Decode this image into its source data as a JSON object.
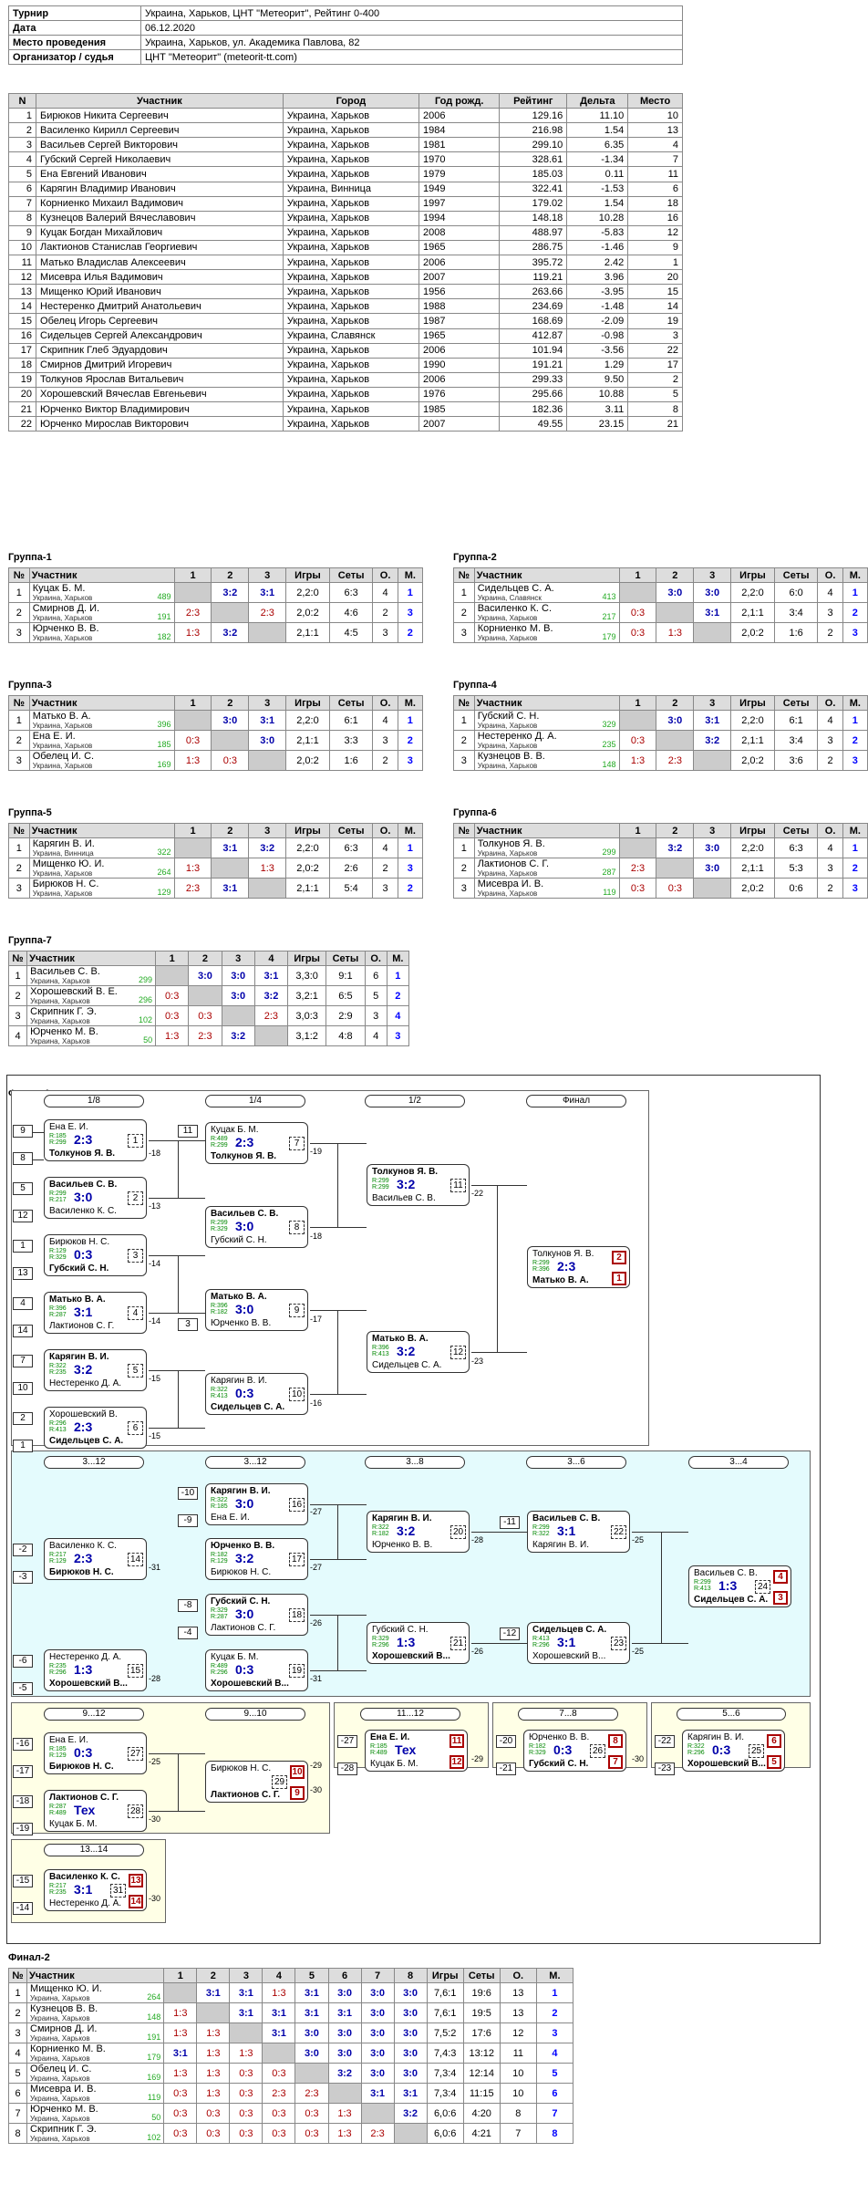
{
  "info": [
    [
      "Турнир",
      "Украина, Харьков, ЦНТ \"Метеорит\", Рейтинг 0-400"
    ],
    [
      "Дата",
      "06.12.2020"
    ],
    [
      "Место проведения",
      "Украина, Харьков, ул. Академика Павлова, 82"
    ],
    [
      "Организатор / судья",
      "ЦНТ \"Метеорит\" (meteorit-tt.com)"
    ]
  ],
  "part_headers": [
    "N",
    "Участник",
    "Город",
    "Год рожд.",
    "Рейтинг",
    "Дельта",
    "Место"
  ],
  "participants": [
    [
      "1",
      "Бирюков Никита Сергеевич",
      "Украина, Харьков",
      "2006",
      "129.16",
      "11.10",
      "10"
    ],
    [
      "2",
      "Василенко Кирилл Сергеевич",
      "Украина, Харьков",
      "1984",
      "216.98",
      "1.54",
      "13"
    ],
    [
      "3",
      "Васильев Сергей Викторович",
      "Украина, Харьков",
      "1981",
      "299.10",
      "6.35",
      "4"
    ],
    [
      "4",
      "Губский Сергей Николаевич",
      "Украина, Харьков",
      "1970",
      "328.61",
      "-1.34",
      "7"
    ],
    [
      "5",
      "Ена Евгений Иванович",
      "Украина, Харьков",
      "1979",
      "185.03",
      "0.11",
      "11"
    ],
    [
      "6",
      "Карягин Владимир Иванович",
      "Украина, Винница",
      "1949",
      "322.41",
      "-1.53",
      "6"
    ],
    [
      "7",
      "Корниенко Михаил Вадимович",
      "Украина, Харьков",
      "1997",
      "179.02",
      "1.54",
      "18"
    ],
    [
      "8",
      "Кузнецов Валерий Вячеславович",
      "Украина, Харьков",
      "1994",
      "148.18",
      "10.28",
      "16"
    ],
    [
      "9",
      "Куцак Богдан Михайлович",
      "Украина, Харьков",
      "2008",
      "488.97",
      "-5.83",
      "12"
    ],
    [
      "10",
      "Лактионов Станислав Георгиевич",
      "Украина, Харьков",
      "1965",
      "286.75",
      "-1.46",
      "9"
    ],
    [
      "11",
      "Матько Владислав Алексеевич",
      "Украина, Харьков",
      "2006",
      "395.72",
      "2.42",
      "1"
    ],
    [
      "12",
      "Мисевра Илья Вадимович",
      "Украина, Харьков",
      "2007",
      "119.21",
      "3.96",
      "20"
    ],
    [
      "13",
      "Мищенко Юрий Иванович",
      "Украина, Харьков",
      "1956",
      "263.66",
      "-3.95",
      "15"
    ],
    [
      "14",
      "Нестеренко Дмитрий Анатольевич",
      "Украина, Харьков",
      "1988",
      "234.69",
      "-1.48",
      "14"
    ],
    [
      "15",
      "Обелец Игорь Сергеевич",
      "Украина, Харьков",
      "1987",
      "168.69",
      "-2.09",
      "19"
    ],
    [
      "16",
      "Сидельцев Сергей Александрович",
      "Украина, Славянск",
      "1965",
      "412.87",
      "-0.98",
      "3"
    ],
    [
      "17",
      "Скрипник Глеб Эдуардович",
      "Украина, Харьков",
      "2006",
      "101.94",
      "-3.56",
      "22"
    ],
    [
      "18",
      "Смирнов Дмитрий Игоревич",
      "Украина, Харьков",
      "1990",
      "191.21",
      "1.29",
      "17"
    ],
    [
      "19",
      "Толкунов Ярослав Витальевич",
      "Украина, Харьков",
      "2006",
      "299.33",
      "9.50",
      "2"
    ],
    [
      "20",
      "Хорошевский Вячеслав Евгеньевич",
      "Украина, Харьков",
      "1976",
      "295.66",
      "10.88",
      "5"
    ],
    [
      "21",
      "Юрченко Виктор Владимирович",
      "Украина, Харьков",
      "1985",
      "182.36",
      "3.11",
      "8"
    ],
    [
      "22",
      "Юрченко Мирослав Викторович",
      "Украина, Харьков",
      "2007",
      "49.55",
      "23.15",
      "21"
    ]
  ],
  "grp_headers": [
    "№",
    "Участник",
    "Игры",
    "Сеты",
    "О.",
    "М."
  ],
  "groups": [
    {
      "title": "Группа-1",
      "rows": [
        [
          "1",
          "Куцак Б. М.",
          "Украина, Харьков",
          "489",
          [
            "",
            "3:2",
            "3:1"
          ],
          "2,2:0",
          "6:3",
          "4",
          "1"
        ],
        [
          "2",
          "Смирнов Д. И.",
          "Украина, Харьков",
          "191",
          [
            "2:3",
            "",
            "2:3"
          ],
          "2,0:2",
          "4:6",
          "2",
          "3"
        ],
        [
          "3",
          "Юрченко В. В.",
          "Украина, Харьков",
          "182",
          [
            "1:3",
            "3:2",
            ""
          ],
          "2,1:1",
          "4:5",
          "3",
          "2"
        ]
      ]
    },
    {
      "title": "Группа-2",
      "rows": [
        [
          "1",
          "Сидельцев С. А.",
          "Украина, Славянск",
          "413",
          [
            "",
            "3:0",
            "3:0"
          ],
          "2,2:0",
          "6:0",
          "4",
          "1"
        ],
        [
          "2",
          "Василенко К. С.",
          "Украина, Харьков",
          "217",
          [
            "0:3",
            "",
            "3:1"
          ],
          "2,1:1",
          "3:4",
          "3",
          "2"
        ],
        [
          "3",
          "Корниенко М. В.",
          "Украина, Харьков",
          "179",
          [
            "0:3",
            "1:3",
            ""
          ],
          "2,0:2",
          "1:6",
          "2",
          "3"
        ]
      ]
    },
    {
      "title": "Группа-3",
      "rows": [
        [
          "1",
          "Матько В. А.",
          "Украина, Харьков",
          "396",
          [
            "",
            "3:0",
            "3:1"
          ],
          "2,2:0",
          "6:1",
          "4",
          "1"
        ],
        [
          "2",
          "Ена Е. И.",
          "Украина, Харьков",
          "185",
          [
            "0:3",
            "",
            "3:0"
          ],
          "2,1:1",
          "3:3",
          "3",
          "2"
        ],
        [
          "3",
          "Обелец И. С.",
          "Украина, Харьков",
          "169",
          [
            "1:3",
            "0:3",
            ""
          ],
          "2,0:2",
          "1:6",
          "2",
          "3"
        ]
      ]
    },
    {
      "title": "Группа-4",
      "rows": [
        [
          "1",
          "Губский С. Н.",
          "Украина, Харьков",
          "329",
          [
            "",
            "3:0",
            "3:1"
          ],
          "2,2:0",
          "6:1",
          "4",
          "1"
        ],
        [
          "2",
          "Нестеренко Д. А.",
          "Украина, Харьков",
          "235",
          [
            "0:3",
            "",
            "3:2"
          ],
          "2,1:1",
          "3:4",
          "3",
          "2"
        ],
        [
          "3",
          "Кузнецов В. В.",
          "Украина, Харьков",
          "148",
          [
            "1:3",
            "2:3",
            ""
          ],
          "2,0:2",
          "3:6",
          "2",
          "3"
        ]
      ]
    },
    {
      "title": "Группа-5",
      "rows": [
        [
          "1",
          "Карягин В. И.",
          "Украина, Винница",
          "322",
          [
            "",
            "3:1",
            "3:2"
          ],
          "2,2:0",
          "6:3",
          "4",
          "1"
        ],
        [
          "2",
          "Мищенко Ю. И.",
          "Украина, Харьков",
          "264",
          [
            "1:3",
            "",
            "1:3"
          ],
          "2,0:2",
          "2:6",
          "2",
          "3"
        ],
        [
          "3",
          "Бирюков Н. С.",
          "Украина, Харьков",
          "129",
          [
            "2:3",
            "3:1",
            ""
          ],
          "2,1:1",
          "5:4",
          "3",
          "2"
        ]
      ]
    },
    {
      "title": "Группа-6",
      "rows": [
        [
          "1",
          "Толкунов Я. В.",
          "Украина, Харьков",
          "299",
          [
            "",
            "3:2",
            "3:0"
          ],
          "2,2:0",
          "6:3",
          "4",
          "1"
        ],
        [
          "2",
          "Лактионов С. Г.",
          "Украина, Харьков",
          "287",
          [
            "2:3",
            "",
            "3:0"
          ],
          "2,1:1",
          "5:3",
          "3",
          "2"
        ],
        [
          "3",
          "Мисевра И. В.",
          "Украина, Харьков",
          "119",
          [
            "0:3",
            "0:3",
            ""
          ],
          "2,0:2",
          "0:6",
          "2",
          "3"
        ]
      ]
    },
    {
      "title": "Группа-7",
      "rows": [
        [
          "1",
          "Васильев С. В.",
          "Украина, Харьков",
          "299",
          [
            "",
            "3:0",
            "3:0",
            "3:1"
          ],
          "3,3:0",
          "9:1",
          "6",
          "1"
        ],
        [
          "2",
          "Хорошевский В. Е.",
          "Украина, Харьков",
          "296",
          [
            "0:3",
            "",
            "3:0",
            "3:2"
          ],
          "3,2:1",
          "6:5",
          "5",
          "2"
        ],
        [
          "3",
          "Скрипник Г. Э.",
          "Украина, Харьков",
          "102",
          [
            "0:3",
            "0:3",
            "",
            "2:3"
          ],
          "3,0:3",
          "2:9",
          "3",
          "4"
        ],
        [
          "4",
          "Юрченко М. В.",
          "Украина, Харьков",
          "50",
          [
            "1:3",
            "2:3",
            "3:2",
            ""
          ],
          "3,1:2",
          "4:8",
          "4",
          "3"
        ]
      ]
    }
  ],
  "final1": {
    "title": "Финал-1",
    "labels": {
      "r18": "1/8",
      "r14": "1/4",
      "r12": "1/2",
      "fin": "Финал",
      "c312": "3...12",
      "c312b": "3...12",
      "c38": "3...8",
      "c36": "3...6",
      "c34": "3...4",
      "c912": "9...12",
      "c910": "9...10",
      "c1112": "11...12",
      "c78": "7...8",
      "c56": "5...6",
      "c1314": "13...14"
    },
    "boxes": [
      {
        "p1": "Ена Е. И.",
        "ra": "R:185",
        "rb": "R:299",
        "p2": "Толкунов Я. В.",
        "sc": "2:3",
        "mn": "1",
        "w": 2
      },
      {
        "p1": "Васильев С. В.",
        "ra": "R:299",
        "rb": "R:217",
        "p2": "Василенко К. С.",
        "sc": "3:0",
        "mn": "2",
        "w": 1
      },
      {
        "p1": "Бирюков Н. С.",
        "ra": "R:129",
        "rb": "R:329",
        "p2": "Губский С. Н.",
        "sc": "0:3",
        "mn": "3",
        "w": 2
      },
      {
        "p1": "Матько В. А.",
        "ra": "R:396",
        "rb": "R:287",
        "p2": "Лактионов С. Г.",
        "sc": "3:1",
        "mn": "4",
        "w": 1
      },
      {
        "p1": "Карягин В. И.",
        "ra": "R:322",
        "rb": "R:235",
        "p2": "Нестеренко Д. А.",
        "sc": "3:2",
        "mn": "5",
        "w": 1
      },
      {
        "p1": "Хорошевский В.",
        "ra": "R:296",
        "rb": "R:413",
        "p2": "Сидельцев С. А.",
        "sc": "2:3",
        "mn": "6",
        "w": 2
      },
      {
        "p1": "Куцак Б. М.",
        "ra": "R:489",
        "rb": "R:299",
        "p2": "Толкунов Я. В.",
        "sc": "2:3",
        "mn": "7",
        "w": 2
      },
      {
        "p1": "Васильев С. В.",
        "ra": "R:299",
        "rb": "R:329",
        "p2": "Губский С. Н.",
        "sc": "3:0",
        "mn": "8",
        "w": 1
      },
      {
        "p1": "Матько В. А.",
        "ra": "R:396",
        "rb": "R:182",
        "p2": "Юрченко В. В.",
        "sc": "3:0",
        "mn": "9",
        "w": 1
      },
      {
        "p1": "Карягин В. И.",
        "ra": "R:322",
        "rb": "R:413",
        "p2": "Сидельцев С. А.",
        "sc": "0:3",
        "mn": "10",
        "w": 2
      },
      {
        "p1": "Толкунов Я. В.",
        "ra": "R:299",
        "rb": "R:299",
        "p2": "Васильев С. В.",
        "sc": "3:2",
        "mn": "11",
        "w": 1
      },
      {
        "p1": "Матько В. А.",
        "ra": "R:396",
        "rb": "R:413",
        "p2": "Сидельцев С. А.",
        "sc": "3:2",
        "mn": "12",
        "w": 1
      },
      {
        "p1": "Толкунов Я. В.",
        "ra": "R:299",
        "rb": "R:396",
        "p2": "Матько В. А.",
        "sc": "2:3",
        "mn": "",
        "w": 2,
        "pa": "2",
        "pb": "1"
      },
      {
        "p1": "Карягин В. И.",
        "ra": "R:322",
        "rb": "R:185",
        "p2": "Ена Е. И.",
        "sc": "3:0",
        "mn": "16",
        "w": 1
      },
      {
        "p1": "Василенко К. С.",
        "ra": "R:217",
        "rb": "R:129",
        "p2": "Бирюков Н. С.",
        "sc": "2:3",
        "mn": "14",
        "w": 2
      },
      {
        "p1": "Юрченко В. В.",
        "ra": "R:182",
        "rb": "R:129",
        "p2": "Бирюков Н. С.",
        "sc": "3:2",
        "mn": "17",
        "w": 1
      },
      {
        "p1": "Губский С. Н.",
        "ra": "R:329",
        "rb": "R:287",
        "p2": "Лактионов С. Г.",
        "sc": "3:0",
        "mn": "18",
        "w": 1
      },
      {
        "p1": "Нестеренко Д. А.",
        "ra": "R:235",
        "rb": "R:296",
        "p2": "Хорошевский В...",
        "sc": "1:3",
        "mn": "15",
        "w": 2
      },
      {
        "p1": "Куцак Б. М.",
        "ra": "R:489",
        "rb": "R:296",
        "p2": "Хорошевский В...",
        "sc": "0:3",
        "mn": "19",
        "w": 2
      },
      {
        "p1": "Карягин В. И.",
        "ra": "R:322",
        "rb": "R:182",
        "p2": "Юрченко В. В.",
        "sc": "3:2",
        "mn": "20",
        "w": 1
      },
      {
        "p1": "Губский С. Н.",
        "ra": "R:329",
        "rb": "R:296",
        "p2": "Хорошевский В...",
        "sc": "1:3",
        "mn": "21",
        "w": 2
      },
      {
        "p1": "Васильев С. В.",
        "ra": "R:299",
        "rb": "R:322",
        "p2": "Карягин В. И.",
        "sc": "3:1",
        "mn": "22",
        "w": 1
      },
      {
        "p1": "Сидельцев С. А.",
        "ra": "R:413",
        "rb": "R:296",
        "p2": "Хорошевский В...",
        "sc": "3:1",
        "mn": "23",
        "w": 1
      },
      {
        "p1": "Васильев С. В.",
        "ra": "R:299",
        "rb": "R:413",
        "p2": "Сидельцев С. А.",
        "sc": "1:3",
        "mn": "24",
        "w": 2,
        "pa": "4",
        "pb": "3"
      },
      {
        "p1": "Ена Е. И.",
        "ra": "R:185",
        "rb": "R:129",
        "p2": "Бирюков Н. С.",
        "sc": "0:3",
        "mn": "27",
        "w": 2
      },
      {
        "p1": "Лактионов С. Г.",
        "ra": "R:287",
        "rb": "R:489",
        "p2": "Куцак Б. М.",
        "sc": "Тех",
        "mn": "28",
        "w": 1
      },
      {
        "p1": "Бирюков Н. С.",
        "ra": "",
        "rb": "",
        "p2": "Лактионов С. Г.",
        "sc": "",
        "mn": "29",
        "w": 2,
        "pa": "10",
        "pb": "9"
      },
      {
        "p1": "Ена Е. И.",
        "ra": "R:185",
        "rb": "R:489",
        "p2": "Куцак Б. М.",
        "sc": "Тех",
        "mn": "",
        "w": 1,
        "pa": "11",
        "pb": "12"
      },
      {
        "p1": "Юрченко В. В.",
        "ra": "R:182",
        "rb": "R:329",
        "p2": "Губский С. Н.",
        "sc": "0:3",
        "mn": "26",
        "w": 2,
        "pa": "8",
        "pb": "7"
      },
      {
        "p1": "Карягин В. И.",
        "ra": "R:322",
        "rb": "R:296",
        "p2": "Хорошевский В...",
        "sc": "0:3",
        "mn": "25",
        "w": 2,
        "pa": "6",
        "pb": "5"
      },
      {
        "p1": "Василенко К. С.",
        "ra": "R:217",
        "rb": "R:235",
        "p2": "Нестеренко Д. А.",
        "sc": "3:1",
        "mn": "31",
        "w": 1,
        "pa": "13",
        "pb": "14"
      }
    ],
    "seeds": [
      "9",
      "8",
      "5",
      "12",
      "1",
      "13",
      "4",
      "14",
      "7",
      "10",
      "2",
      "1",
      "11",
      "3",
      "-10",
      "-9",
      "-2",
      "-3",
      "-8",
      "-4",
      "-6",
      "-5",
      "-11",
      "-12",
      "-16",
      "-17",
      "-18",
      "-19",
      "-27",
      "-28",
      "-20",
      "-21",
      "-22",
      "-23",
      "-15",
      "-14"
    ],
    "losers": [
      "-18",
      "-13",
      "-14",
      "-14",
      "-15",
      "-15",
      "-19",
      "-18",
      "-17",
      "-16",
      "-22",
      "-23",
      "-27",
      "-31",
      "-27",
      "-26",
      "-28",
      "-31",
      "-28",
      "-26",
      "-25",
      "-25",
      "-25",
      "-30",
      "-30",
      "-29",
      "-29",
      "-30",
      "-30",
      "-29",
      "-29",
      "-29"
    ]
  },
  "final2": {
    "title": "Финал-2",
    "headers": [
      "№",
      "Участник",
      "1",
      "2",
      "3",
      "4",
      "5",
      "6",
      "7",
      "8",
      "Игры",
      "Сеты",
      "О.",
      "М."
    ],
    "rows": [
      [
        "1",
        "Мищенко Ю. И.",
        "Украина, Харьков",
        "264",
        [
          "",
          "3:1",
          "3:1",
          "1:3",
          "3:1",
          "3:0",
          "3:0",
          "3:0"
        ],
        "7,6:1",
        "19:6",
        "13",
        "1"
      ],
      [
        "2",
        "Кузнецов В. В.",
        "Украина, Харьков",
        "148",
        [
          "1:3",
          "",
          "3:1",
          "3:1",
          "3:1",
          "3:1",
          "3:0",
          "3:0"
        ],
        "7,6:1",
        "19:5",
        "13",
        "2"
      ],
      [
        "3",
        "Смирнов Д. И.",
        "Украина, Харьков",
        "191",
        [
          "1:3",
          "1:3",
          "",
          "3:1",
          "3:0",
          "3:0",
          "3:0",
          "3:0"
        ],
        "7,5:2",
        "17:6",
        "12",
        "3"
      ],
      [
        "4",
        "Корниенко М. В.",
        "Украина, Харьков",
        "179",
        [
          "3:1",
          "1:3",
          "1:3",
          "",
          "3:0",
          "3:0",
          "3:0",
          "3:0"
        ],
        "7,4:3",
        "13:12",
        "11",
        "4"
      ],
      [
        "5",
        "Обелец И. С.",
        "Украина, Харьков",
        "169",
        [
          "1:3",
          "1:3",
          "0:3",
          "0:3",
          "",
          "3:2",
          "3:0",
          "3:0"
        ],
        "7,3:4",
        "12:14",
        "10",
        "5"
      ],
      [
        "6",
        "Мисевра И. В.",
        "Украина, Харьков",
        "119",
        [
          "0:3",
          "1:3",
          "0:3",
          "2:3",
          "2:3",
          "",
          "3:1",
          "3:1"
        ],
        "7,3:4",
        "11:15",
        "10",
        "6"
      ],
      [
        "7",
        "Юрченко М. В.",
        "Украина, Харьков",
        "50",
        [
          "0:3",
          "0:3",
          "0:3",
          "0:3",
          "0:3",
          "1:3",
          "",
          "3:2"
        ],
        "6,0:6",
        "4:20",
        "8",
        "7"
      ],
      [
        "8",
        "Скрипник Г. Э.",
        "Украина, Харьков",
        "102",
        [
          "0:3",
          "0:3",
          "0:3",
          "0:3",
          "0:3",
          "1:3",
          "2:3",
          ""
        ],
        "6,0:6",
        "4:21",
        "7",
        "8"
      ]
    ]
  }
}
